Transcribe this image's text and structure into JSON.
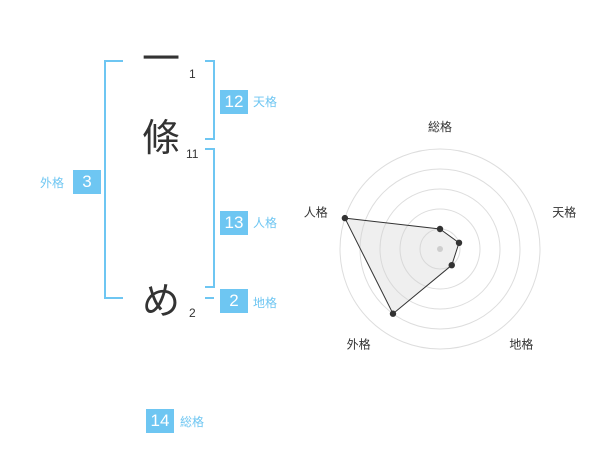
{
  "name": {
    "chars": [
      {
        "char": "一",
        "strokes": "1"
      },
      {
        "char": "條",
        "strokes": "11"
      },
      {
        "char": "め",
        "strokes": "2"
      }
    ]
  },
  "kakusu": {
    "tenkaku": {
      "value": "12",
      "label": "天格"
    },
    "jinkaku": {
      "value": "13",
      "label": "人格"
    },
    "chikaku": {
      "value": "2",
      "label": "地格"
    },
    "gaikaku": {
      "value": "3",
      "label": "外格"
    },
    "soukaku": {
      "value": "14",
      "label": "総格"
    }
  },
  "colors": {
    "accent": "#6ec6f2",
    "text": "#333333",
    "grid": "#dddddd"
  },
  "chart_data": {
    "type": "radar",
    "axes": [
      "総格",
      "天格",
      "地格",
      "外格",
      "人格"
    ],
    "values": [
      1,
      1,
      1,
      4,
      5
    ],
    "max": 5,
    "rings": 5
  }
}
